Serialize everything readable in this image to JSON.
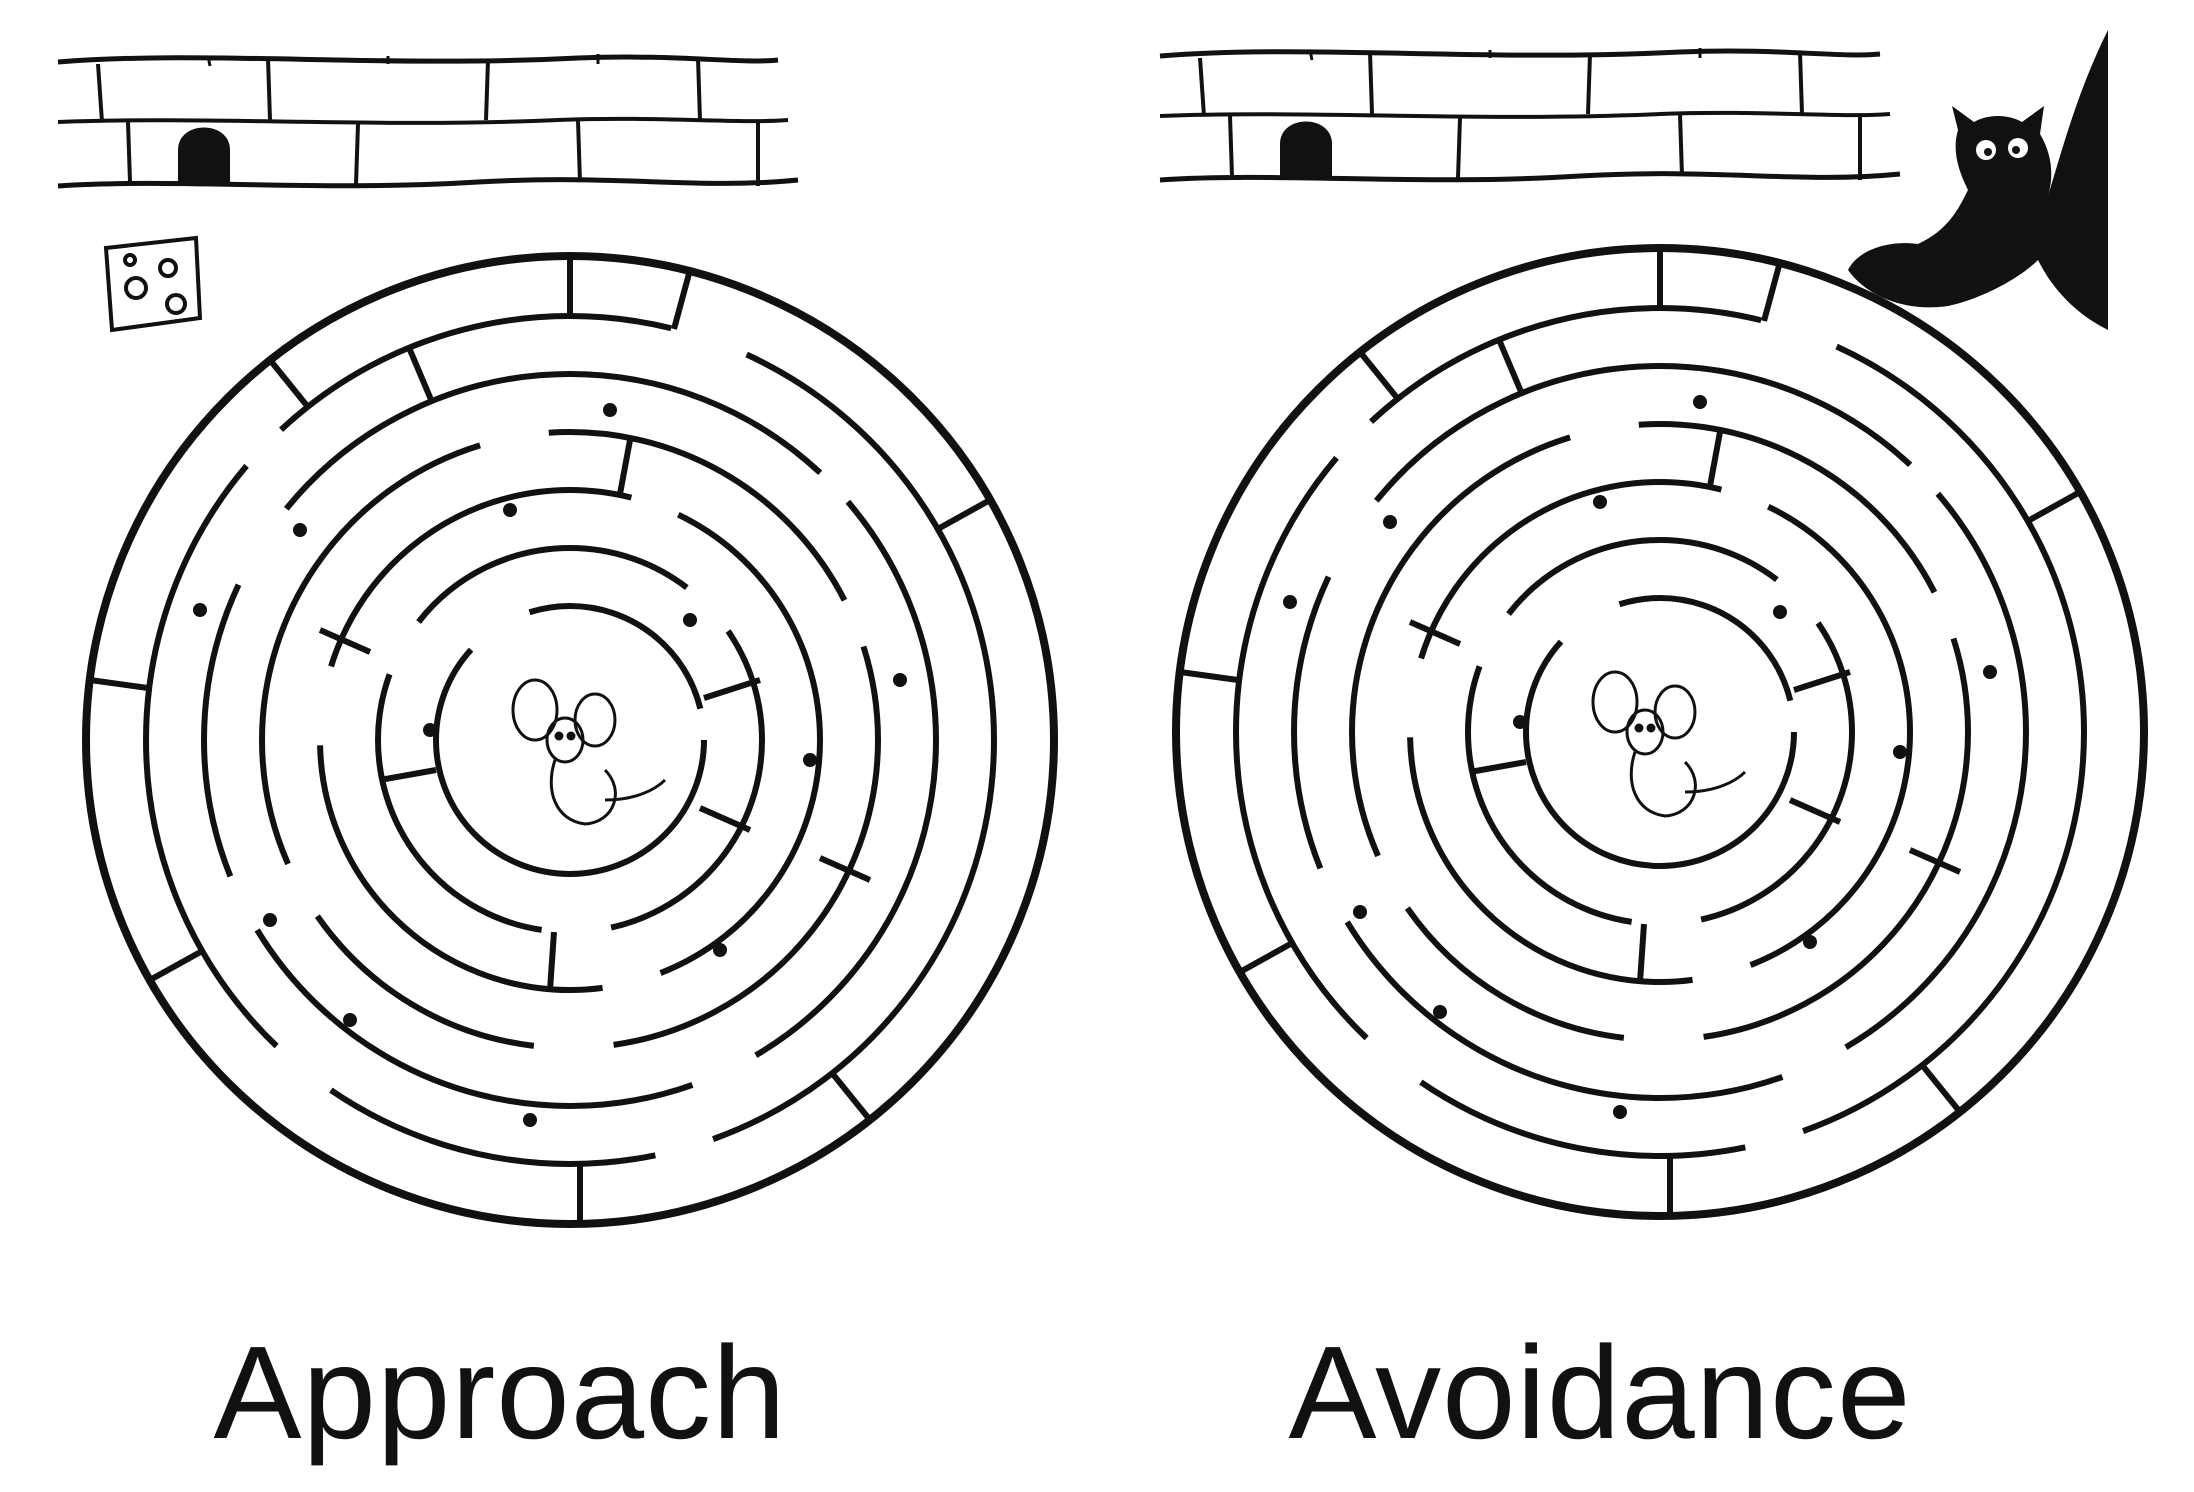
{
  "panels": [
    {
      "label": "Approach",
      "goal": "cheese",
      "goal_icon": "cheese-icon"
    },
    {
      "label": "Avoidance",
      "goal": "cat",
      "goal_icon": "cat-icon"
    }
  ],
  "center_icon": "mouse-icon",
  "wall_icon": "brick-wall-with-mouse-hole",
  "colors": {
    "ink": "#111111",
    "background": "#ffffff"
  }
}
